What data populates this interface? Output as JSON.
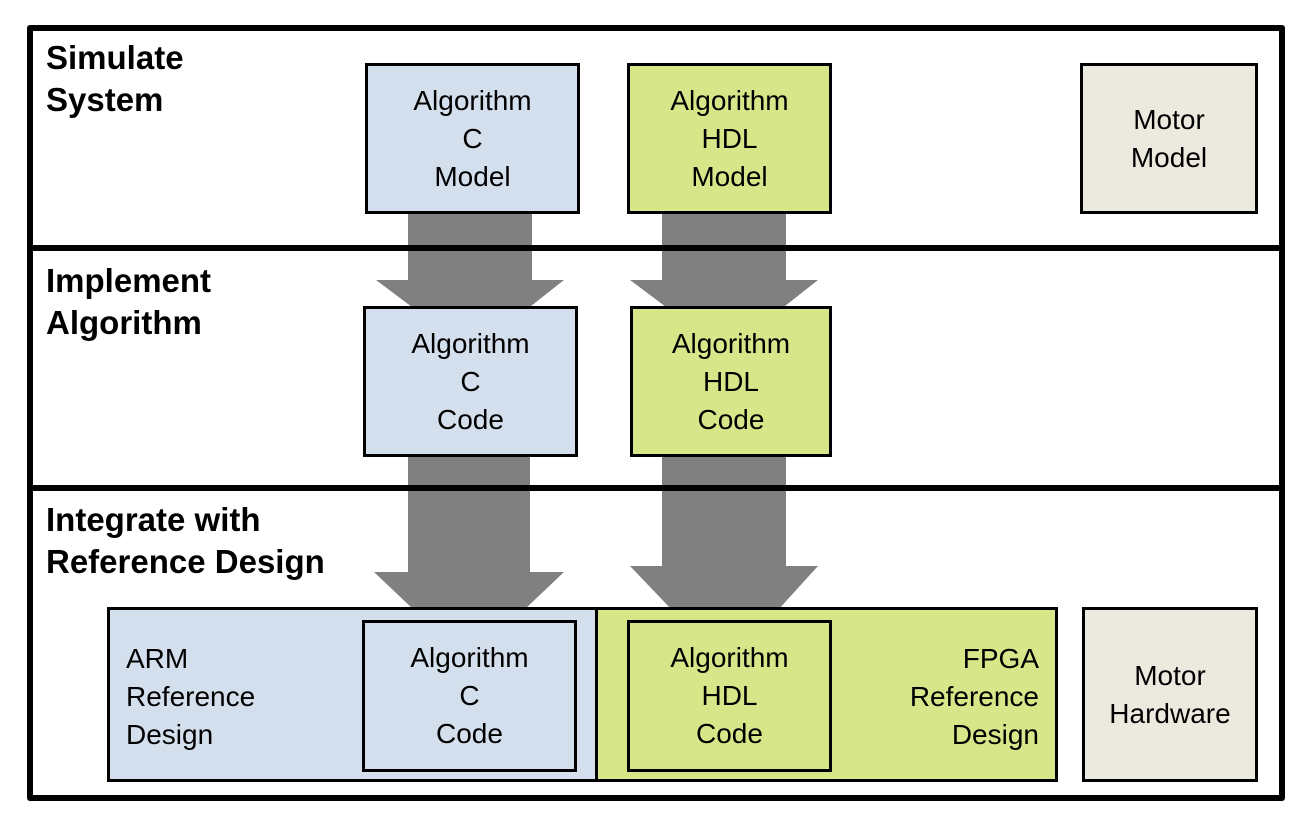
{
  "lanes": [
    {
      "title_line1": "Simulate",
      "title_line2": "System"
    },
    {
      "title_line1": "Implement",
      "title_line2": "Algorithm"
    },
    {
      "title_line1": "Integrate with",
      "title_line2": "Reference Design"
    }
  ],
  "boxes": {
    "c_model": [
      "Algorithm",
      "C",
      "Model"
    ],
    "hdl_model": [
      "Algorithm",
      "HDL",
      "Model"
    ],
    "motor_model": [
      "Motor",
      "Model"
    ],
    "c_code": [
      "Algorithm",
      "C",
      "Code"
    ],
    "hdl_code": [
      "Algorithm",
      "HDL",
      "Code"
    ],
    "arm_ref": [
      "ARM",
      "Reference",
      "Design"
    ],
    "arm_c_code": [
      "Algorithm",
      "C",
      "Code"
    ],
    "fpga_ref": [
      "FPGA",
      "Reference",
      "Design"
    ],
    "fpga_hdl_code": [
      "Algorithm",
      "HDL",
      "Code"
    ],
    "motor_hw": [
      "Motor",
      "Hardware"
    ]
  },
  "colors": {
    "c_path": "#d4dfed",
    "hdl_path": "#d7e688",
    "motor": "#ece9df",
    "arrow": "#808080",
    "border": "#000000"
  }
}
